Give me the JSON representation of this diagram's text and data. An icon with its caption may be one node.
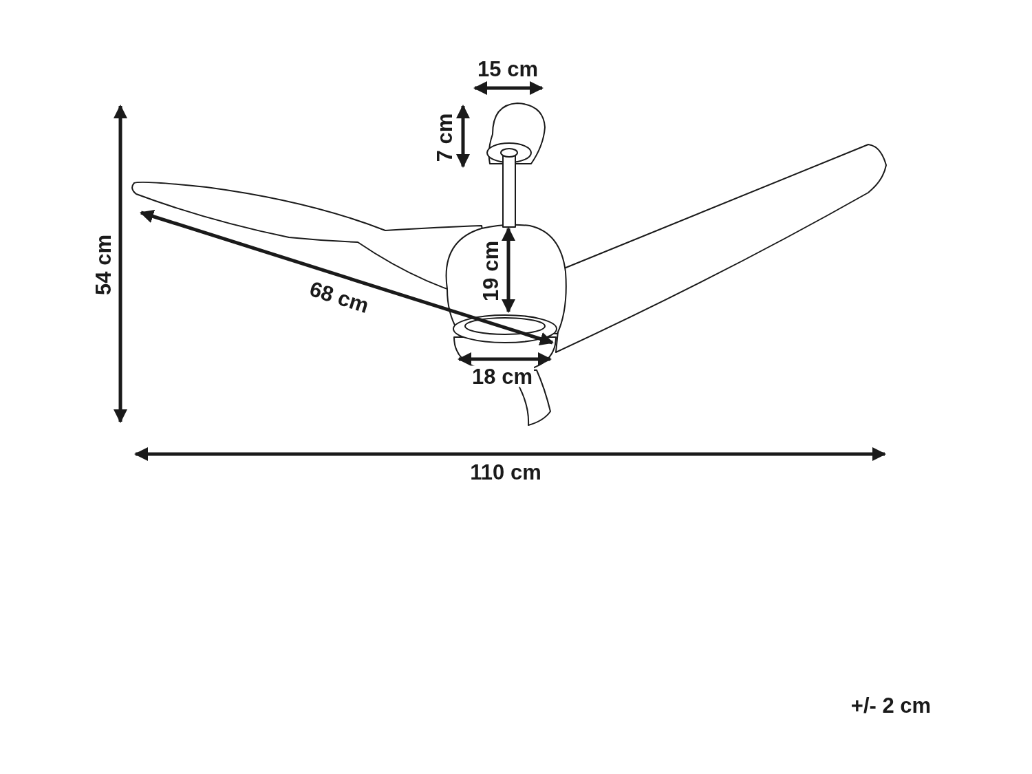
{
  "diagram": {
    "labels": [
      "15 cm",
      "7 cm",
      "54 cm",
      "19 cm",
      "68 cm",
      "18 cm",
      "110 cm",
      "+/- 2 cm"
    ]
  }
}
